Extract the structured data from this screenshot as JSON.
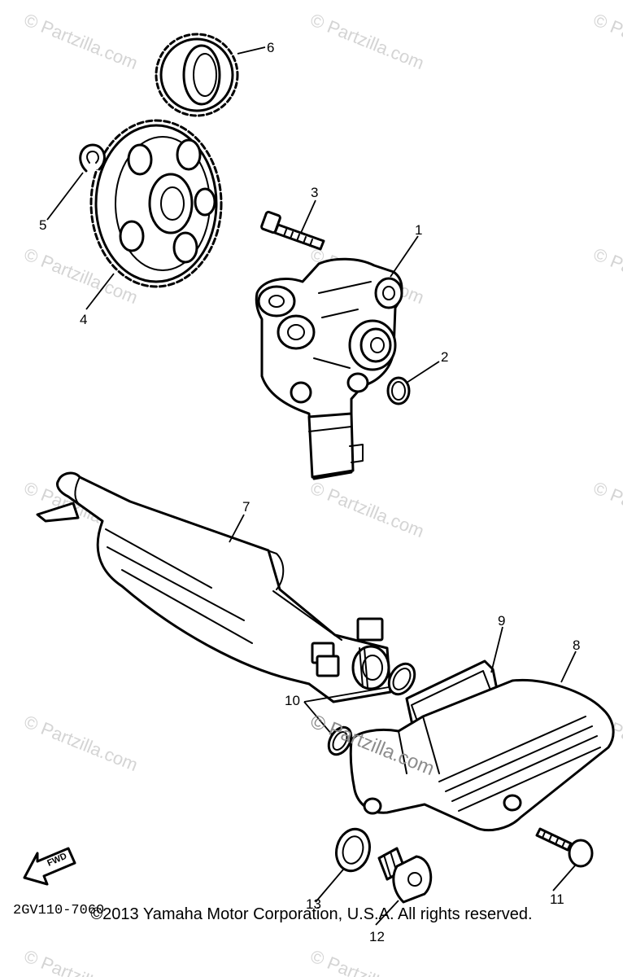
{
  "watermark": "© Partzilla.com",
  "watermark_overlay": "© Partzilla.com",
  "diagram_code": "2GV110-7060",
  "fwd_label": "FWD",
  "callouts": {
    "c1": "1",
    "c2": "2",
    "c3": "3",
    "c4": "4",
    "c5": "5",
    "c6": "6",
    "c7": "7",
    "c8": "8",
    "c9": "9",
    "c10": "10",
    "c11": "11",
    "c12": "12",
    "c13": "13"
  },
  "copyright": "©2013  Yamaha Motor Corporation, U.S.A. All rights reserved."
}
